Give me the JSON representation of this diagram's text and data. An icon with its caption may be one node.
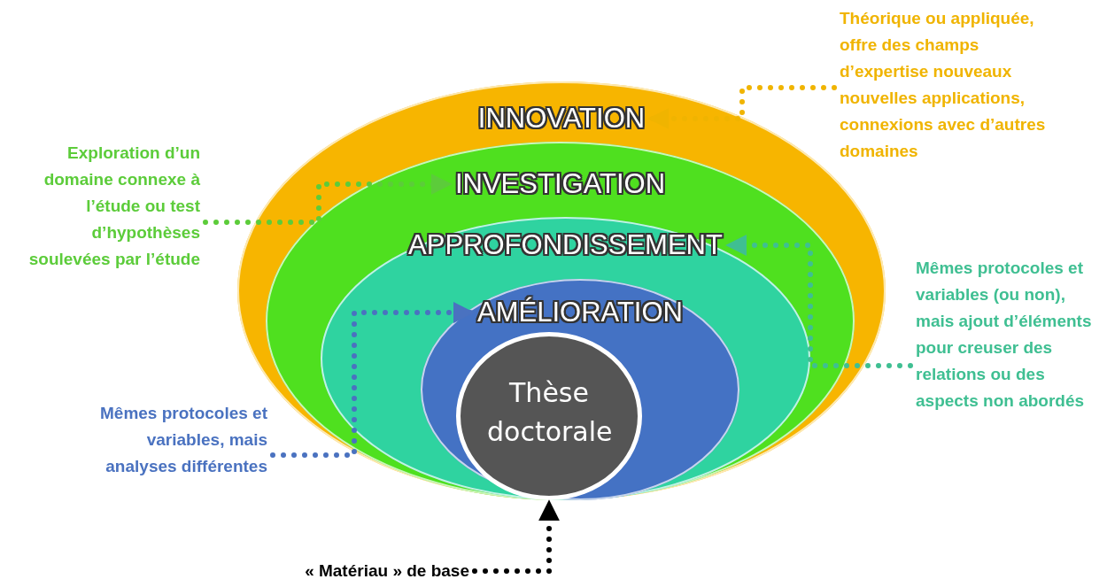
{
  "diagram": {
    "nodes": [
      {
        "text": [
          "INNOVATION"
        ]
      },
      {
        "text": [
          "INVESTIGATION"
        ],
        "in": 0
      },
      {
        "text": [
          "APPROFONDISSEMENT"
        ],
        "in": 1
      },
      {
        "text": [
          "AMÉLIORATION"
        ],
        "in": 2
      },
      {
        "text": [
          "Thèse doctorale"
        ],
        "in": 3
      },
      {
        "text": [
          "Théorique ou appliquée, offre des champs d’expertise nouveaux nouvelles applications, connexions avec d’autres domaines"
        ]
      },
      {
        "text": [
          "Exploration d’un domaine connexe à l’étude ou test d’hypothèses soulevées par l’étude"
        ]
      },
      {
        "text": [
          "Mêmes protocoles et variables (ou non), mais ajout d’éléments pour creuser des relations ou des aspects non abordés"
        ]
      },
      {
        "text": [
          "Mêmes protocoles et variables, mais analyses différentes"
        ]
      },
      {
        "text": [
          "« Matériau » de base"
        ]
      }
    ],
    "edges": [
      {
        "from": 5,
        "to": 0,
        "arrow": "to",
        "color": "#f0b400"
      },
      {
        "from": 6,
        "to": 1,
        "arrow": "to",
        "color": "#5ccc3a"
      },
      {
        "from": 7,
        "to": 2,
        "arrow": "to",
        "color": "#3fbf92"
      },
      {
        "from": 8,
        "to": 3,
        "arrow": "to",
        "color": "#4a72c0"
      },
      {
        "from": 9,
        "to": 4,
        "arrow": "to",
        "color": "#000000"
      }
    ]
  }
}
